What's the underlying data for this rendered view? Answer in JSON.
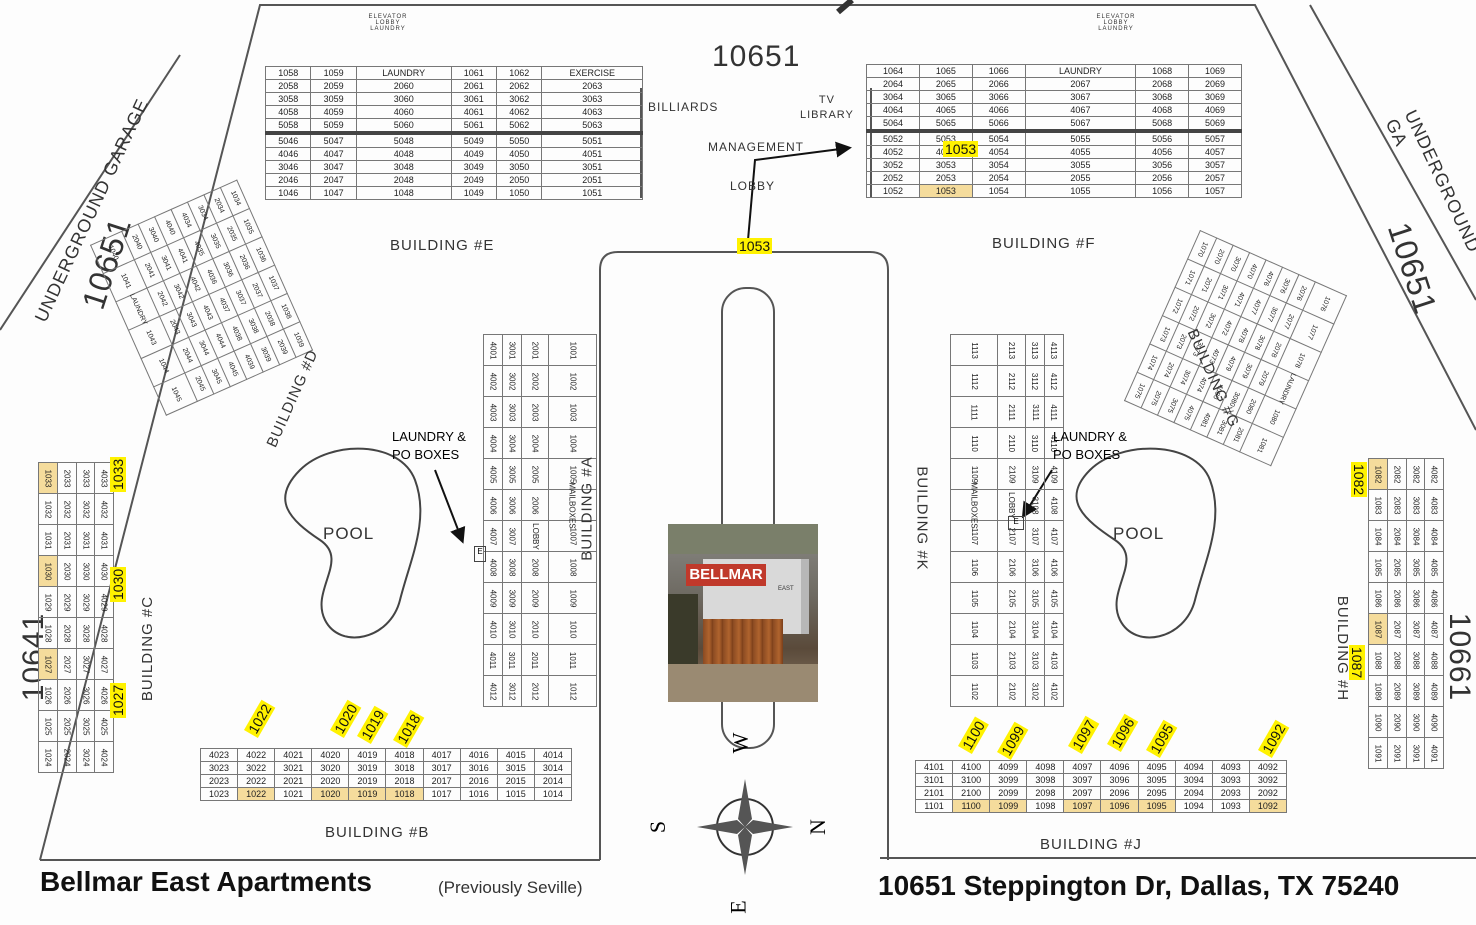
{
  "addresses": {
    "top": "10651",
    "left_top": "10651",
    "left_bottom": "10641",
    "right_top": "10651",
    "right_bottom": "10661"
  },
  "garage": {
    "left": "UNDERGROUND GARAGE",
    "right": "UNDERGROUND GA"
  },
  "elevator_label": "ELEVATOR LOBBY LAUNDRY",
  "central": {
    "billiards": "BILLIARDS",
    "tv_library": "TV\nLIBRARY",
    "management": "MANAGEMENT",
    "lobby": "LOBBY"
  },
  "building_e": {
    "label": "BUILDING #E",
    "rows": [
      [
        "1058",
        "1059",
        "LAUNDRY",
        "1061",
        "1062",
        "EXERCISE"
      ],
      [
        "2058",
        "2059",
        "2060",
        "2061",
        "2062",
        "2063"
      ],
      [
        "3058",
        "3059",
        "3060",
        "3061",
        "3062",
        "3063"
      ],
      [
        "4058",
        "4059",
        "4060",
        "4061",
        "4062",
        "4063"
      ],
      [
        "5058",
        "5059",
        "5060",
        "5061",
        "5062",
        "5063"
      ],
      [
        "5046",
        "5047",
        "5048",
        "5049",
        "5050",
        "5051"
      ],
      [
        "4046",
        "4047",
        "4048",
        "4049",
        "4050",
        "4051"
      ],
      [
        "3046",
        "3047",
        "3048",
        "3049",
        "3050",
        "3051"
      ],
      [
        "2046",
        "2047",
        "2048",
        "2049",
        "2050",
        "2051"
      ],
      [
        "1046",
        "1047",
        "1048",
        "1049",
        "1050",
        "1051"
      ]
    ]
  },
  "building_f": {
    "label": "BUILDING #F",
    "rows": [
      [
        "1064",
        "1065",
        "1066",
        "LAUNDRY",
        "1068",
        "1069"
      ],
      [
        "2064",
        "2065",
        "2066",
        "2067",
        "2068",
        "2069"
      ],
      [
        "3064",
        "3065",
        "3066",
        "3067",
        "3068",
        "3069"
      ],
      [
        "4064",
        "4065",
        "4066",
        "4067",
        "4068",
        "4069"
      ],
      [
        "5064",
        "5065",
        "5066",
        "5067",
        "5068",
        "5069"
      ],
      [
        "5052",
        "5053",
        "5054",
        "5055",
        "5056",
        "5057"
      ],
      [
        "4052",
        "4053",
        "4054",
        "4055",
        "4056",
        "4057"
      ],
      [
        "3052",
        "3053",
        "3054",
        "3055",
        "3056",
        "3057"
      ],
      [
        "2052",
        "2053",
        "2054",
        "2055",
        "2056",
        "2057"
      ],
      [
        "1052",
        "1053",
        "1054",
        "1055",
        "1056",
        "1057"
      ]
    ]
  },
  "building_b": {
    "label": "BUILDING #B",
    "rows": [
      [
        "4023",
        "4022",
        "4021",
        "4020",
        "4019",
        "4018",
        "4017",
        "4016",
        "4015",
        "4014"
      ],
      [
        "3023",
        "3022",
        "3021",
        "3020",
        "3019",
        "3018",
        "3017",
        "3016",
        "3015",
        "3014"
      ],
      [
        "2023",
        "2022",
        "2021",
        "2020",
        "2019",
        "2018",
        "2017",
        "2016",
        "2015",
        "2014"
      ],
      [
        "1023",
        "1022",
        "1021",
        "1020",
        "1019",
        "1018",
        "1017",
        "1016",
        "1015",
        "1014"
      ]
    ]
  },
  "building_j": {
    "label": "BUILDING #J",
    "rows": [
      [
        "4101",
        "4100",
        "4099",
        "4098",
        "4097",
        "4096",
        "4095",
        "4094",
        "4093",
        "4092"
      ],
      [
        "3101",
        "3100",
        "3099",
        "3098",
        "3097",
        "3096",
        "3095",
        "3094",
        "3093",
        "3092"
      ],
      [
        "2101",
        "2100",
        "2099",
        "2098",
        "2097",
        "2096",
        "2095",
        "2094",
        "2093",
        "2092"
      ],
      [
        "1101",
        "1100",
        "1099",
        "1098",
        "1097",
        "1096",
        "1095",
        "1094",
        "1093",
        "1092"
      ]
    ]
  },
  "building_a": {
    "label": "BUILDING #A",
    "cols": [
      [
        "4001",
        "4002",
        "4003",
        "4004",
        "4005",
        "4006",
        "4007",
        "4008",
        "4009",
        "4010",
        "4011",
        "4012"
      ],
      [
        "3001",
        "3002",
        "3003",
        "3004",
        "3005",
        "3006",
        "3007",
        "3008",
        "3009",
        "3010",
        "3011",
        "3012"
      ],
      [
        "2001",
        "2002",
        "2003",
        "2004",
        "2005",
        "2006",
        "LOBBY",
        "2008",
        "2009",
        "2010",
        "2011",
        "2012"
      ],
      [
        "1001",
        "1002",
        "1003",
        "1004",
        "1005",
        "MAILBOXES",
        "1007",
        "1008",
        "1009",
        "1010",
        "1011",
        "1012"
      ]
    ]
  },
  "building_k": {
    "label": "BUILDING #K",
    "cols": [
      [
        "1113",
        "1112",
        "1111",
        "1110",
        "1109",
        "MAILBOXES",
        "1107",
        "1106",
        "1105",
        "1104",
        "1103",
        "1102"
      ],
      [
        "2113",
        "2112",
        "2111",
        "2110",
        "2109",
        "LOBBY",
        "2107",
        "2106",
        "2105",
        "2104",
        "2103",
        "2102"
      ],
      [
        "3113",
        "3112",
        "3111",
        "3110",
        "3109",
        "3108",
        "3107",
        "3106",
        "3105",
        "3104",
        "3103",
        "3102"
      ],
      [
        "4113",
        "4112",
        "4111",
        "4110",
        "4109",
        "4108",
        "4107",
        "4106",
        "4105",
        "4104",
        "4103",
        "4102"
      ]
    ]
  },
  "building_c": {
    "label": "BUILDING #C",
    "cols": [
      [
        "1033",
        "1032",
        "1031",
        "1030",
        "1029",
        "1028",
        "1027",
        "1026",
        "1025",
        "1024"
      ],
      [
        "2033",
        "2032",
        "2031",
        "2030",
        "2029",
        "2028",
        "2027",
        "2026",
        "2025",
        "2024"
      ],
      [
        "3033",
        "3032",
        "3031",
        "3030",
        "3029",
        "3028",
        "3027",
        "3026",
        "3025",
        "3024"
      ],
      [
        "4033",
        "4032",
        "4031",
        "4030",
        "4029",
        "4028",
        "4027",
        "4026",
        "4025",
        "4024"
      ]
    ]
  },
  "building_h": {
    "label": "BUILDING #H",
    "cols": [
      [
        "1082",
        "1083",
        "1084",
        "1085",
        "1086",
        "1087",
        "1088",
        "1089",
        "1090",
        "1091"
      ],
      [
        "2082",
        "2083",
        "2084",
        "2085",
        "2086",
        "2087",
        "2088",
        "2089",
        "2090",
        "2091"
      ],
      [
        "3082",
        "3083",
        "3084",
        "3085",
        "3086",
        "3087",
        "3088",
        "3089",
        "3090",
        "3091"
      ],
      [
        "4082",
        "4083",
        "4084",
        "4085",
        "4086",
        "4087",
        "4088",
        "4089",
        "4090",
        "4091"
      ]
    ]
  },
  "building_d": {
    "label": "BUILDING #D",
    "cols": [
      [
        "1040",
        "1041",
        "LAUNDRY",
        "1043",
        "1044",
        "1045"
      ],
      [
        "2040",
        "2041",
        "2042",
        "2043",
        "2044",
        "2045"
      ],
      [
        "3040",
        "3041",
        "3042",
        "3043",
        "3044",
        "3045"
      ],
      [
        "4040",
        "4041",
        "4042",
        "4043",
        "4044",
        "4045"
      ],
      [
        "4034",
        "4035",
        "4036",
        "4037",
        "4038",
        "4039"
      ],
      [
        "3034",
        "3035",
        "3036",
        "3037",
        "3038",
        "3039"
      ],
      [
        "2034",
        "2035",
        "2036",
        "2037",
        "2038",
        "2039"
      ],
      [
        "1034",
        "1035",
        "1036",
        "1037",
        "1038",
        "1039"
      ]
    ]
  },
  "building_g": {
    "label": "BUILDING #G",
    "cols": [
      [
        "1070",
        "1071",
        "1072",
        "1073",
        "1074",
        "1075"
      ],
      [
        "2070",
        "2071",
        "2072",
        "2073",
        "2074",
        "2075"
      ],
      [
        "3070",
        "3071",
        "3072",
        "3073",
        "3074",
        "3075"
      ],
      [
        "4070",
        "4071",
        "4072",
        "4073",
        "4074",
        "4075"
      ],
      [
        "4076",
        "4077",
        "4078",
        "4079",
        "4080",
        "4081"
      ],
      [
        "3076",
        "3077",
        "3078",
        "3079",
        "3080",
        "3081"
      ],
      [
        "2076",
        "2077",
        "2078",
        "2079",
        "2080",
        "2081"
      ],
      [
        "1076",
        "1077",
        "1078",
        "LAUNDRY",
        "1080",
        "1081"
      ]
    ]
  },
  "pools": {
    "left": "POOL",
    "right": "POOL"
  },
  "laundry_po": {
    "line1": "LAUNDRY &",
    "line2": "PO BOXES"
  },
  "elevator_mark": "E",
  "highlights": [
    "1053",
    "1033",
    "1030",
    "1027",
    "1022",
    "1020",
    "1019",
    "1018",
    "1100",
    "1099",
    "1097",
    "1096",
    "1095",
    "1092",
    "1082",
    "1087"
  ],
  "sign": {
    "name": "BELLMAR",
    "sub": "EAST"
  },
  "compass": {
    "north": "N",
    "south": "S",
    "east": "E",
    "west": "W"
  },
  "footer": {
    "title": "Bellmar East Apartments",
    "subtitle": "(Previously Seville)",
    "address": "10651 Steppington Dr, Dallas, TX 75240"
  },
  "colors": {
    "highlight": "#fff200",
    "unit_fill": "#f5dc9c"
  }
}
